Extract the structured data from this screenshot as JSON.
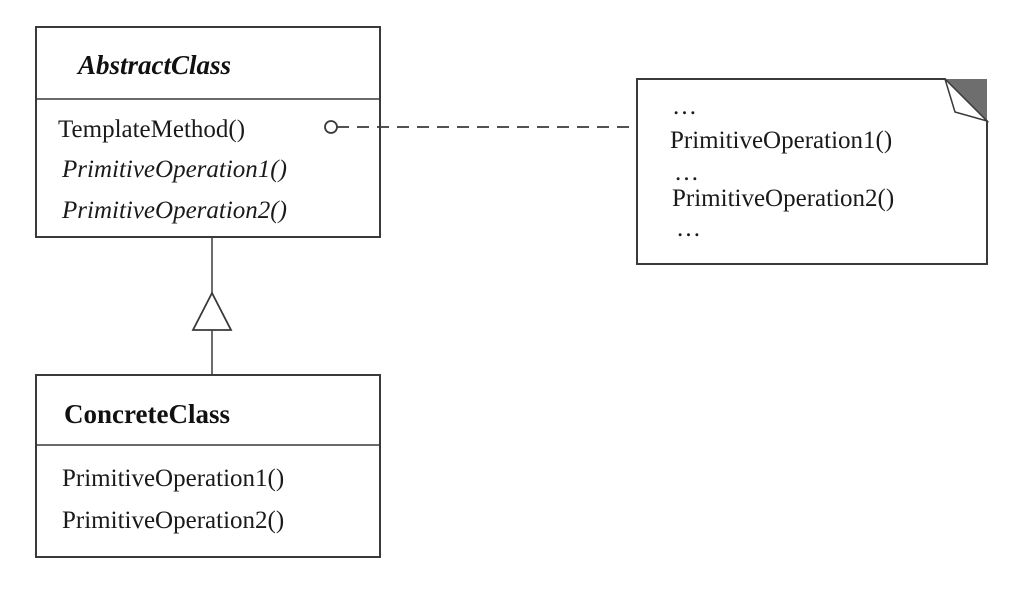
{
  "abstract_class": {
    "name": "AbstractClass",
    "operations": [
      {
        "label": "TemplateMethod()",
        "italic": false
      },
      {
        "label": "PrimitiveOperation1()",
        "italic": true
      },
      {
        "label": "PrimitiveOperation2()",
        "italic": true
      }
    ]
  },
  "concrete_class": {
    "name": "ConcreteClass",
    "operations": [
      {
        "label": "PrimitiveOperation1()",
        "italic": false
      },
      {
        "label": "PrimitiveOperation2()",
        "italic": false
      }
    ]
  },
  "note": {
    "lines": [
      "…",
      "PrimitiveOperation1()",
      "…",
      "PrimitiveOperation2()",
      "…"
    ]
  },
  "relations": [
    {
      "type": "generalization",
      "from": "ConcreteClass",
      "to": "AbstractClass"
    },
    {
      "type": "note-link",
      "from": "TemplateMethod()",
      "to": "note"
    }
  ]
}
